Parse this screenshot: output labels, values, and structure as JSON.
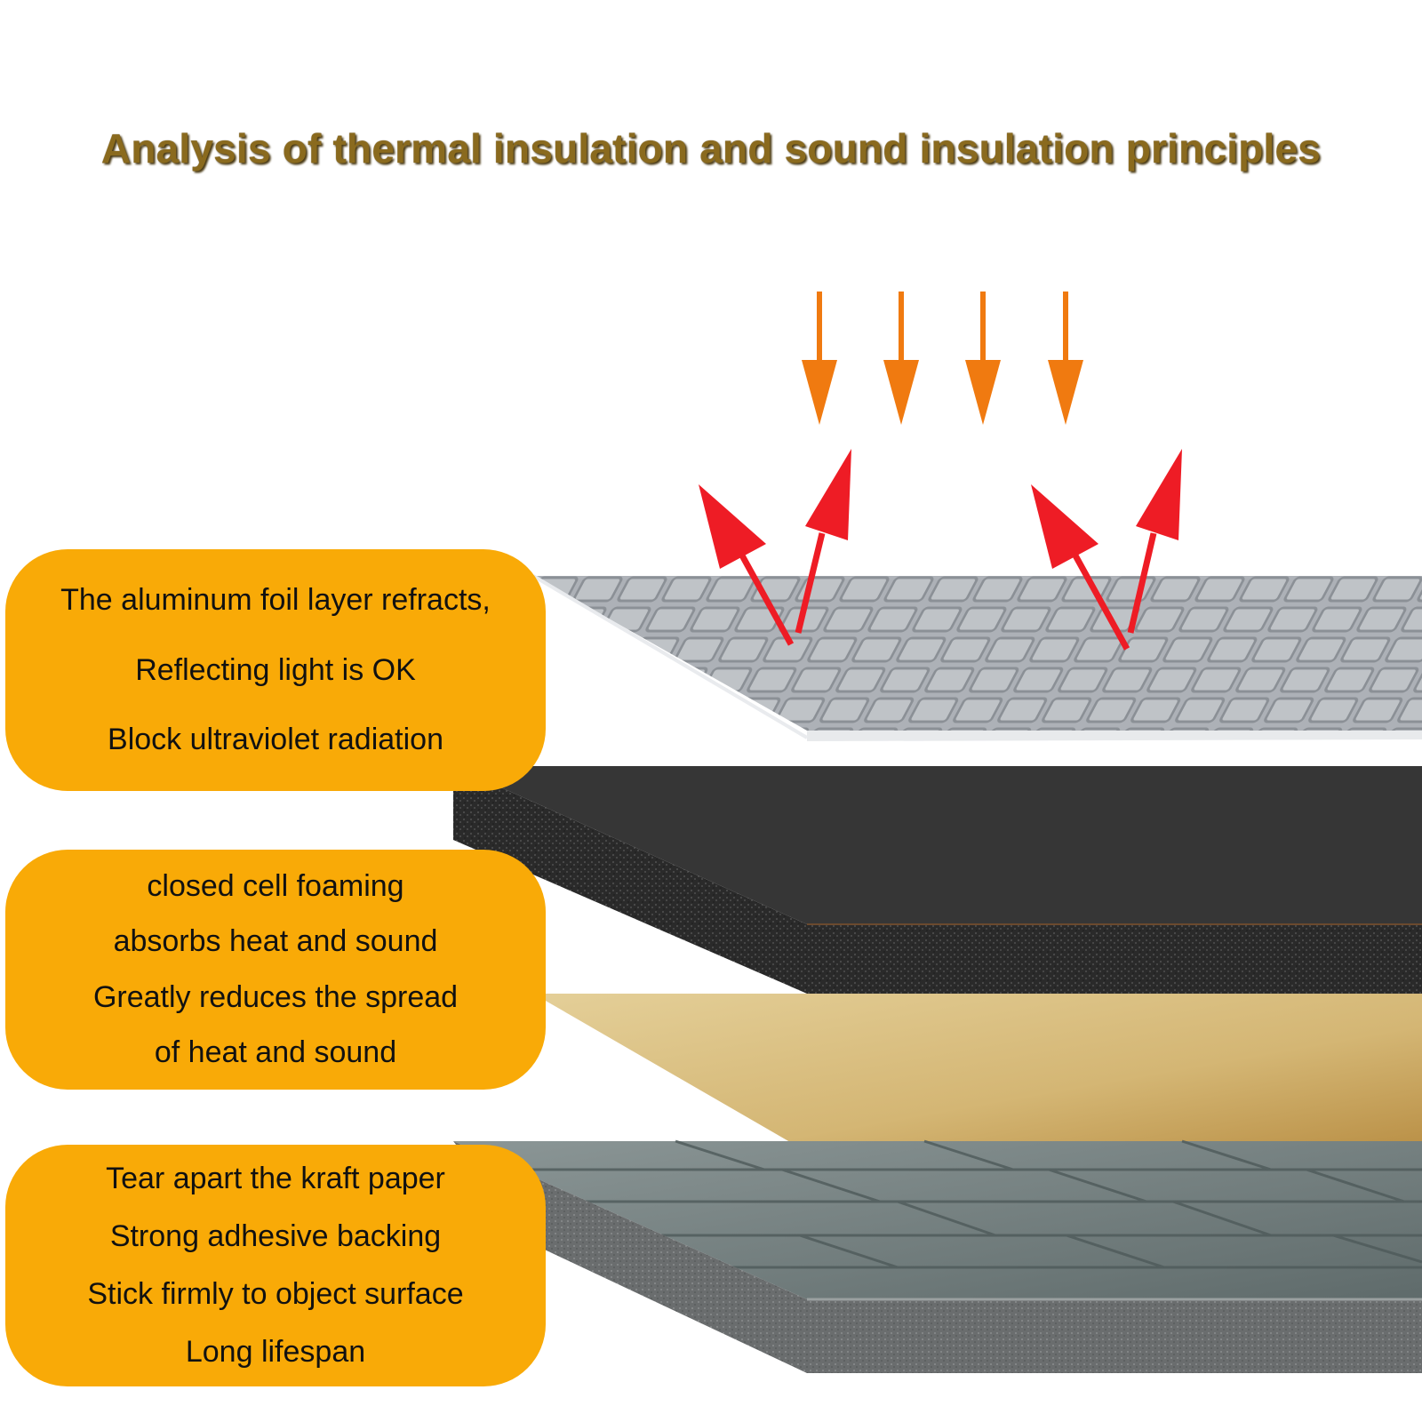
{
  "title": "Analysis of thermal insulation and sound insulation principles",
  "callouts": [
    {
      "lines": [
        "The aluminum foil layer refracts,",
        "Reflecting light is OK",
        "Block ultraviolet radiation"
      ]
    },
    {
      "lines": [
        "closed cell foaming",
        "absorbs heat and sound",
        "Greatly reduces the spread",
        "of heat and sound"
      ]
    },
    {
      "lines": [
        "Tear apart the kraft paper",
        "Strong adhesive backing",
        "Stick firmly to object surface",
        "Long lifespan"
      ]
    }
  ],
  "colors": {
    "callout_fill": "#f9aa07",
    "title_text": "#8a6a1e",
    "incoming_arrow": "#f07a10",
    "reflected_arrow": "#ee1c25",
    "foil": "#9ea3aa",
    "foam": "#2e2e2e",
    "kraft": "#dcc287",
    "base": "#6f7c7c"
  },
  "icons": {
    "incoming": "arrow-down-icon",
    "reflected": "arrow-up-right-icon"
  }
}
